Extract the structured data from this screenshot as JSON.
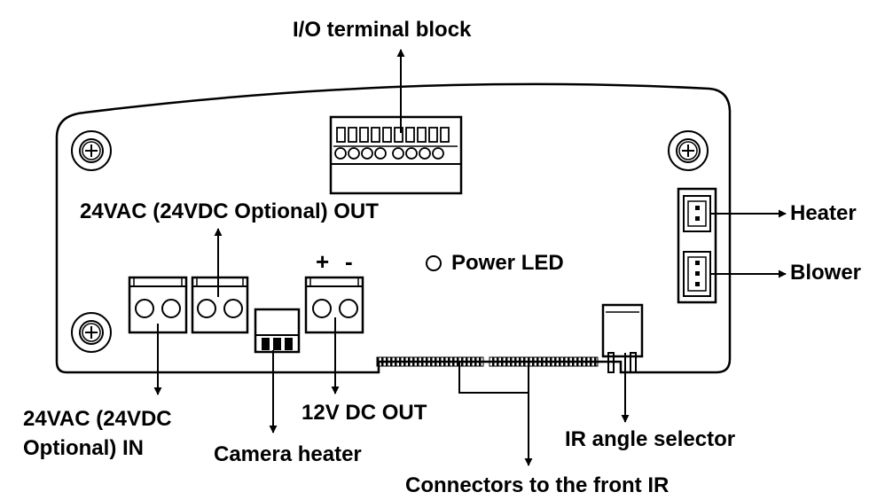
{
  "labels": {
    "io_terminal_block": "I/O terminal block",
    "out_24vac": "24VAC (24VDC Optional) OUT",
    "plus": "+",
    "minus": "-",
    "power_led": "Power LED",
    "heater": "Heater",
    "blower": "Blower",
    "in_24vac_line1": "24VAC (24VDC",
    "in_24vac_line2": "Optional) IN",
    "dc_out_12v": "12V DC OUT",
    "camera_heater": "Camera heater",
    "ir_angle_selector": "IR angle selector",
    "connectors_front_ir": "Connectors to the front IR"
  }
}
